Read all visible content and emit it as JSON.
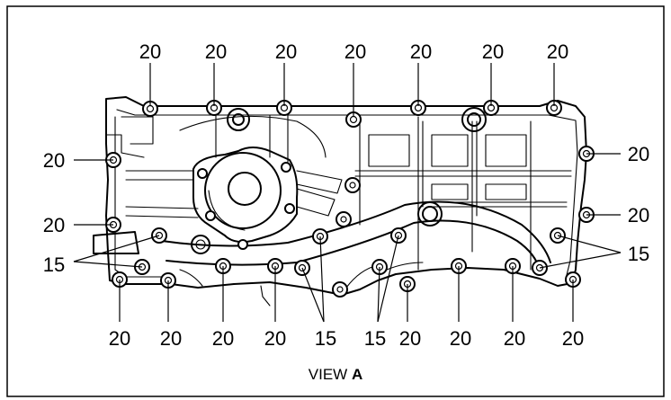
{
  "caption": {
    "prefix": "VIEW ",
    "letter": "A"
  },
  "torque": {
    "top": [
      "20",
      "20",
      "20",
      "20",
      "20",
      "20",
      "20"
    ],
    "left": [
      "20",
      "20"
    ],
    "left_15": "15",
    "right": [
      "20",
      "20"
    ],
    "right_15": "15",
    "bottom": [
      "20",
      "20",
      "20",
      "20",
      "15",
      "15",
      "20",
      "20",
      "20",
      "20"
    ]
  }
}
